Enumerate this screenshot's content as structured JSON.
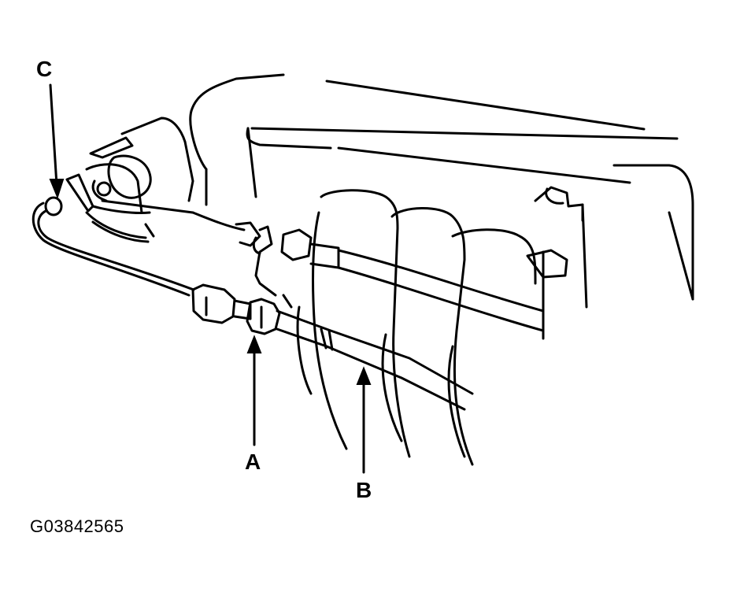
{
  "figure_id": "G03842565",
  "callouts": {
    "a": "A",
    "b": "B",
    "c": "C"
  },
  "colors": {
    "line": "#000000",
    "background": "#ffffff"
  }
}
